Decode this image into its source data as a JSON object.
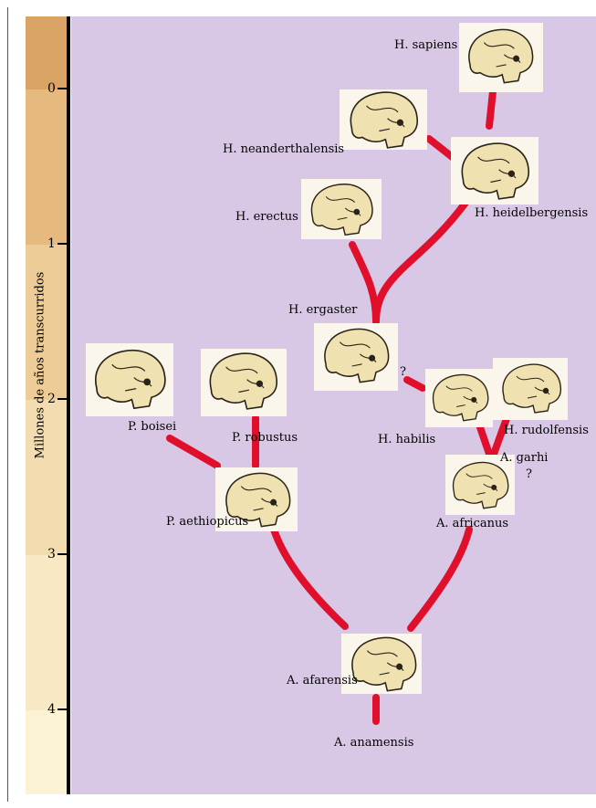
{
  "axis": {
    "title": "Millones de años transcurridos",
    "ticks": [
      "0",
      "1",
      "2",
      "3",
      "4"
    ]
  },
  "colors": {
    "background": "#d8c8e6",
    "branch": "#e0102c",
    "skull": "#f0e2b0",
    "ruler_top": "#d9a466",
    "ruler_bottom": "#fbf3d4"
  },
  "species": {
    "h_sapiens": "H. sapiens",
    "h_neanderthalensis": "H. neanderthalensis",
    "h_heidelbergensis": "H. heidelbergensis",
    "h_erectus": "H. erectus",
    "h_ergaster": "H. ergaster",
    "h_habilis": "H. habilis",
    "h_rudolfensis": "H. rudolfensis",
    "a_garhi": "A. garhi",
    "a_africanus": "A. africanus",
    "p_boisei": "P. boisei",
    "p_robustus": "P. robustus",
    "p_aethiopicus": "P. aethiopicus",
    "a_afarensis": "A. afarensis",
    "a_anamensis": "A. anamensis"
  },
  "uncertain_marks": [
    "?",
    "?"
  ]
}
